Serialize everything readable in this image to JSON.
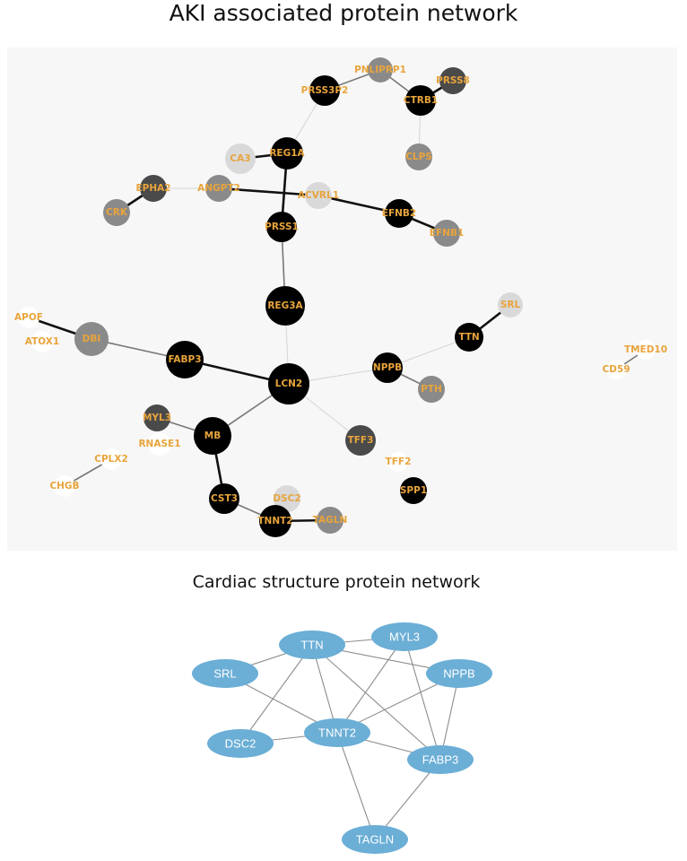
{
  "top_network": {
    "title": "AKI associated protein network",
    "nodes": [
      {
        "id": "PNLIPRP1",
        "label": "PNLIPRP1",
        "shade": "#8a8a8a"
      },
      {
        "id": "PRSS8",
        "label": "PRSS8",
        "shade": "#4a4a4a"
      },
      {
        "id": "PRSS3P2",
        "label": "PRSS3P2",
        "shade": "#000000"
      },
      {
        "id": "CTRB1",
        "label": "CTRB1",
        "shade": "#000000"
      },
      {
        "id": "CA3",
        "label": "CA3",
        "shade": "#d9d9d9"
      },
      {
        "id": "REG1A",
        "label": "REG1A",
        "shade": "#000000"
      },
      {
        "id": "CLPS",
        "label": "CLPS",
        "shade": "#8a8a8a"
      },
      {
        "id": "EPHA2",
        "label": "EPHA2",
        "shade": "#4a4a4a"
      },
      {
        "id": "ANGPT2",
        "label": "ANGPT2",
        "shade": "#8a8a8a"
      },
      {
        "id": "ACVRL1",
        "label": "ACVRL1",
        "shade": "#d9d9d9"
      },
      {
        "id": "EFNB2",
        "label": "EFNB2",
        "shade": "#000000"
      },
      {
        "id": "CRK",
        "label": "CRK",
        "shade": "#8a8a8a"
      },
      {
        "id": "PRSS1",
        "label": "PRSS1",
        "shade": "#000000"
      },
      {
        "id": "EFNB1",
        "label": "EFNB1",
        "shade": "#8a8a8a"
      },
      {
        "id": "REG3A",
        "label": "REG3A",
        "shade": "#000000"
      },
      {
        "id": "SRL",
        "label": "SRL",
        "shade": "#d9d9d9"
      },
      {
        "id": "APOF",
        "label": "APOF",
        "shade": "#ffffff"
      },
      {
        "id": "ATOX1",
        "label": "ATOX1",
        "shade": "#ffffff"
      },
      {
        "id": "DBI",
        "label": "DBI",
        "shade": "#8a8a8a"
      },
      {
        "id": "TTN",
        "label": "TTN",
        "shade": "#000000"
      },
      {
        "id": "TMED10",
        "label": "TMED10",
        "shade": "#ffffff"
      },
      {
        "id": "FABP3",
        "label": "FABP3",
        "shade": "#000000"
      },
      {
        "id": "CD59",
        "label": "CD59",
        "shade": "#ffffff"
      },
      {
        "id": "NPPB",
        "label": "NPPB",
        "shade": "#000000"
      },
      {
        "id": "LCN2",
        "label": "LCN2",
        "shade": "#000000"
      },
      {
        "id": "PTH",
        "label": "PTH",
        "shade": "#8a8a8a"
      },
      {
        "id": "MYL3",
        "label": "MYL3",
        "shade": "#4a4a4a"
      },
      {
        "id": "MB",
        "label": "MB",
        "shade": "#000000"
      },
      {
        "id": "TFF3",
        "label": "TFF3",
        "shade": "#4a4a4a"
      },
      {
        "id": "RNASE1",
        "label": "RNASE1",
        "shade": "#ffffff"
      },
      {
        "id": "CPLX2",
        "label": "CPLX2",
        "shade": "#ffffff"
      },
      {
        "id": "TFF2",
        "label": "TFF2",
        "shade": "#ffffff"
      },
      {
        "id": "CHGB",
        "label": "CHGB",
        "shade": "#ffffff"
      },
      {
        "id": "SPP1",
        "label": "SPP1",
        "shade": "#000000"
      },
      {
        "id": "DSC2",
        "label": "DSC2",
        "shade": "#d9d9d9"
      },
      {
        "id": "CST3",
        "label": "CST3",
        "shade": "#000000"
      },
      {
        "id": "TNNT2",
        "label": "TNNT2",
        "shade": "#000000"
      },
      {
        "id": "TAGLN",
        "label": "TAGLN",
        "shade": "#8a8a8a"
      }
    ],
    "edges": [
      {
        "source": "PRSS3P2",
        "target": "PNLIPRP1",
        "strength": "medium"
      },
      {
        "source": "PNLIPRP1",
        "target": "CTRB1",
        "strength": "medium"
      },
      {
        "source": "CTRB1",
        "target": "PRSS8",
        "strength": "strong"
      },
      {
        "source": "CTRB1",
        "target": "CLPS",
        "strength": "weak"
      },
      {
        "source": "PRSS3P2",
        "target": "REG1A",
        "strength": "weak"
      },
      {
        "source": "CA3",
        "target": "REG1A",
        "strength": "strong"
      },
      {
        "source": "REG1A",
        "target": "PRSS1",
        "strength": "strong"
      },
      {
        "source": "EPHA2",
        "target": "CRK",
        "strength": "strong"
      },
      {
        "source": "EPHA2",
        "target": "ANGPT2",
        "strength": "weak"
      },
      {
        "source": "ANGPT2",
        "target": "ACVRL1",
        "strength": "strong"
      },
      {
        "source": "ACVRL1",
        "target": "EFNB2",
        "strength": "strong"
      },
      {
        "source": "EFNB2",
        "target": "EFNB1",
        "strength": "strong"
      },
      {
        "source": "PRSS1",
        "target": "REG3A",
        "strength": "medium"
      },
      {
        "source": "REG3A",
        "target": "LCN2",
        "strength": "weak"
      },
      {
        "source": "APOF",
        "target": "DBI",
        "strength": "strong"
      },
      {
        "source": "DBI",
        "target": "FABP3",
        "strength": "medium"
      },
      {
        "source": "FABP3",
        "target": "LCN2",
        "strength": "strong"
      },
      {
        "source": "SRL",
        "target": "TTN",
        "strength": "strong"
      },
      {
        "source": "TTN",
        "target": "NPPB",
        "strength": "weak"
      },
      {
        "source": "NPPB",
        "target": "LCN2",
        "strength": "weak"
      },
      {
        "source": "NPPB",
        "target": "PTH",
        "strength": "medium"
      },
      {
        "source": "TMED10",
        "target": "CD59",
        "strength": "medium"
      },
      {
        "source": "LCN2",
        "target": "MB",
        "strength": "medium"
      },
      {
        "source": "LCN2",
        "target": "TFF3",
        "strength": "weak"
      },
      {
        "source": "MYL3",
        "target": "MB",
        "strength": "medium"
      },
      {
        "source": "MB",
        "target": "CST3",
        "strength": "strong"
      },
      {
        "source": "CPLX2",
        "target": "CHGB",
        "strength": "medium"
      },
      {
        "source": "CST3",
        "target": "TNNT2",
        "strength": "medium"
      },
      {
        "source": "TNNT2",
        "target": "TAGLN",
        "strength": "strong"
      }
    ]
  },
  "bottom_network": {
    "title": "Cardiac structure protein network",
    "node_color": "#6baed6",
    "nodes": [
      {
        "id": "TTN",
        "label": "TTN"
      },
      {
        "id": "MYL3",
        "label": "MYL3"
      },
      {
        "id": "SRL",
        "label": "SRL"
      },
      {
        "id": "NPPB",
        "label": "NPPB"
      },
      {
        "id": "TNNT2",
        "label": "TNNT2"
      },
      {
        "id": "DSC2",
        "label": "DSC2"
      },
      {
        "id": "FABP3",
        "label": "FABP3"
      },
      {
        "id": "TAGLN",
        "label": "TAGLN"
      }
    ],
    "edges": [
      {
        "source": "TTN",
        "target": "SRL"
      },
      {
        "source": "TTN",
        "target": "MYL3"
      },
      {
        "source": "TTN",
        "target": "NPPB"
      },
      {
        "source": "TTN",
        "target": "TNNT2"
      },
      {
        "source": "TTN",
        "target": "DSC2"
      },
      {
        "source": "TTN",
        "target": "FABP3"
      },
      {
        "source": "SRL",
        "target": "TNNT2"
      },
      {
        "source": "MYL3",
        "target": "TNNT2"
      },
      {
        "source": "MYL3",
        "target": "FABP3"
      },
      {
        "source": "NPPB",
        "target": "TNNT2"
      },
      {
        "source": "NPPB",
        "target": "FABP3"
      },
      {
        "source": "DSC2",
        "target": "TNNT2"
      },
      {
        "source": "TNNT2",
        "target": "FABP3"
      },
      {
        "source": "TNNT2",
        "target": "TAGLN"
      },
      {
        "source": "FABP3",
        "target": "TAGLN"
      }
    ]
  }
}
